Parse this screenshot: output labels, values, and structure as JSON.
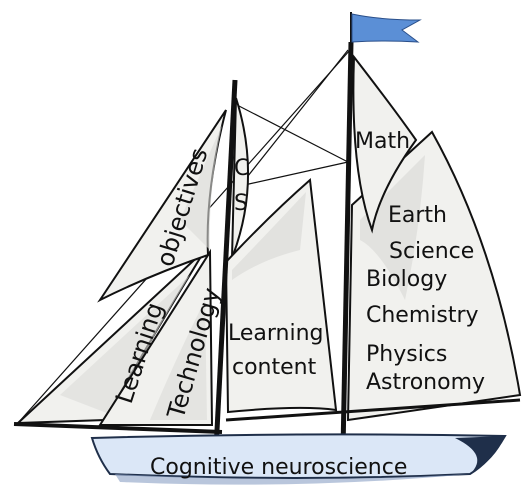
{
  "labels": {
    "learning": "Learning",
    "objectives": "objectives",
    "technology": "Technology",
    "cs_c": "C",
    "cs_s": "S",
    "content_line1": "Learning",
    "content_line2": "content",
    "math": "Math",
    "earth_science_line1": "Earth",
    "earth_science_line2": "Science",
    "biology": "Biology",
    "chemistry": "Chemistry",
    "physics": "Physics",
    "astronomy": "Astronomy",
    "hull": "Cognitive neuroscience"
  },
  "colors": {
    "sail": "#f1f1ee",
    "sail_shade": "#dcdcd8",
    "hull_fill": "#dbe7f7",
    "hull_dark": "#1f2f4a",
    "flag": "#5b8fd6",
    "line": "#111111"
  }
}
